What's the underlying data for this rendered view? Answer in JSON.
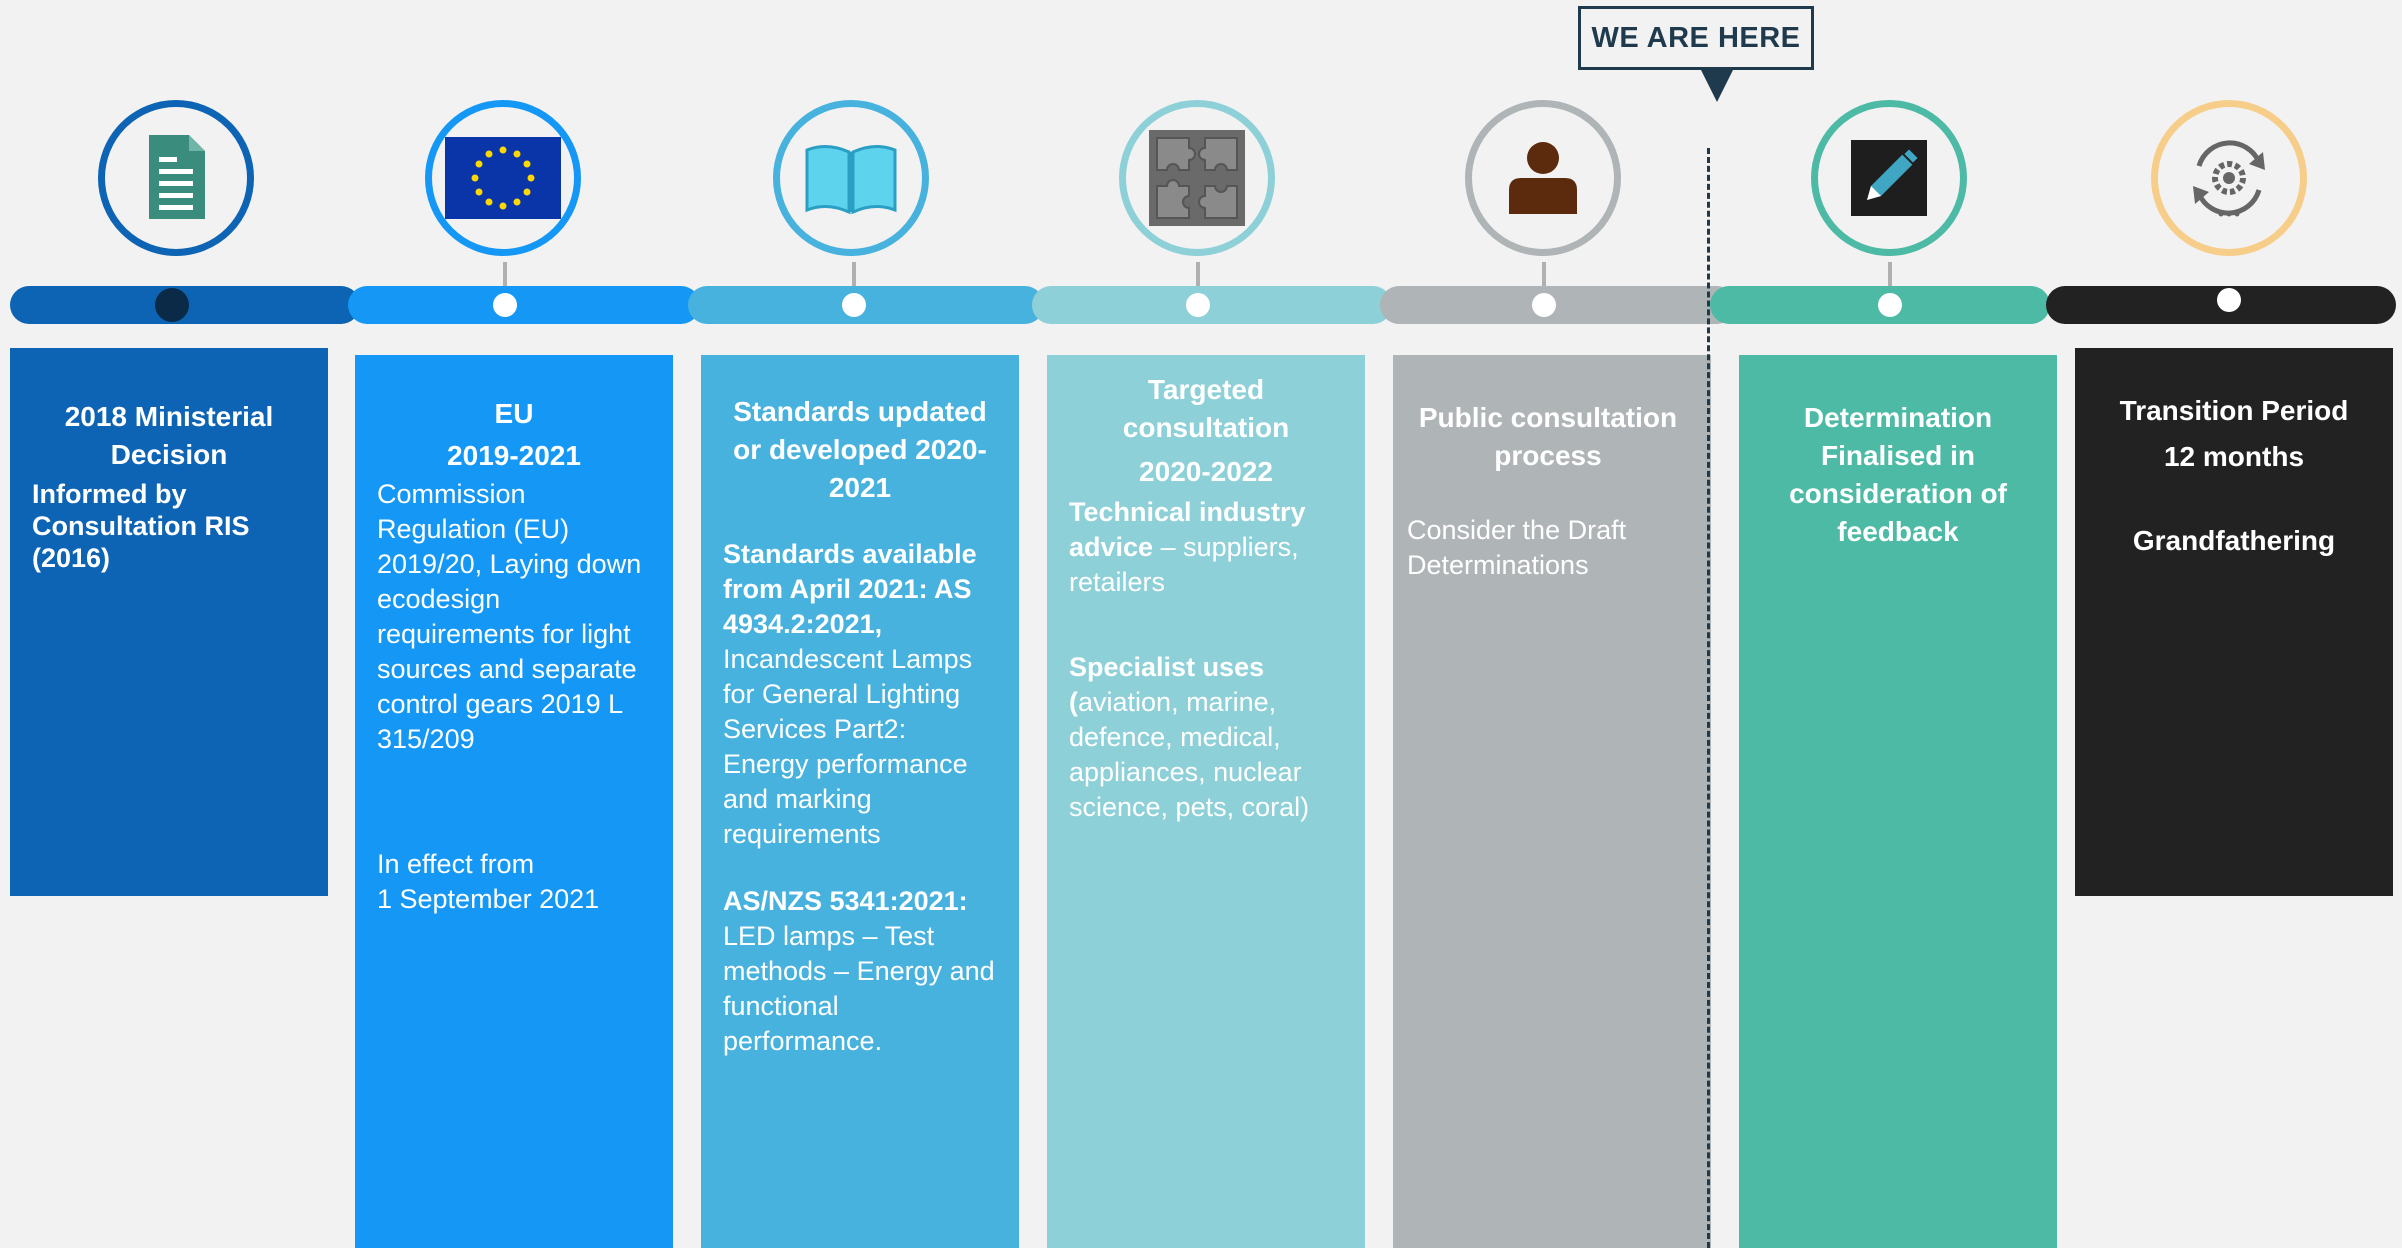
{
  "marker": {
    "label": "WE ARE HERE"
  },
  "icons": [
    "document-icon",
    "eu-flag-icon",
    "book-icon",
    "puzzle-icon",
    "person-icon",
    "pencil-icon",
    "gear-cycle-icon"
  ],
  "colors": {
    "stage1": "#0d63b4",
    "stage2": "#1598f5",
    "stage3": "#47b2dd",
    "stage4": "#8dd0d8",
    "stage5": "#afb4b7",
    "stage6": "#4dbaa5",
    "stage7": "#222222",
    "stage7_ring": "#f7cd8a"
  },
  "stages": [
    {
      "title": "2018 Ministerial Decision",
      "body_bold": "Informed by Consultation RIS (2016)"
    },
    {
      "title_1": "EU",
      "title_2": "2019-2021",
      "body_1": "Commission Regulation (EU) 2019/20, Laying down ecodesign requirements for light sources and separate control gears 2019 L 315/209",
      "body_2": "In effect from",
      "body_3": "1 September 2021"
    },
    {
      "title": "Standards updated or developed 2020-2021",
      "p1_bold": "Standards available from April 2021: AS 4934.2:2021,",
      "p1_text": " Incandescent Lamps for General Lighting Services Part2: Energy performance and marking requirements",
      "p2_bold": "AS/NZS 5341:2021:",
      "p2_text": " LED lamps – Test methods – Energy and functional performance."
    },
    {
      "title_1": "Targeted consultation",
      "title_2": "2020-2022",
      "p1_bold": "Technical industry advice",
      "p1_text": " – suppliers, retailers",
      "p2_bold": "Specialist uses (",
      "p2_text": "aviation, marine, defence, medical, appliances, nuclear science, pets, coral)"
    },
    {
      "title": "Public consultation process",
      "body": "Consider the Draft Determinations"
    },
    {
      "title": "Determination Finalised in consideration of feedback"
    },
    {
      "title_1": "Transition Period",
      "title_2": "12 months",
      "title_3": "Grandfathering"
    }
  ]
}
